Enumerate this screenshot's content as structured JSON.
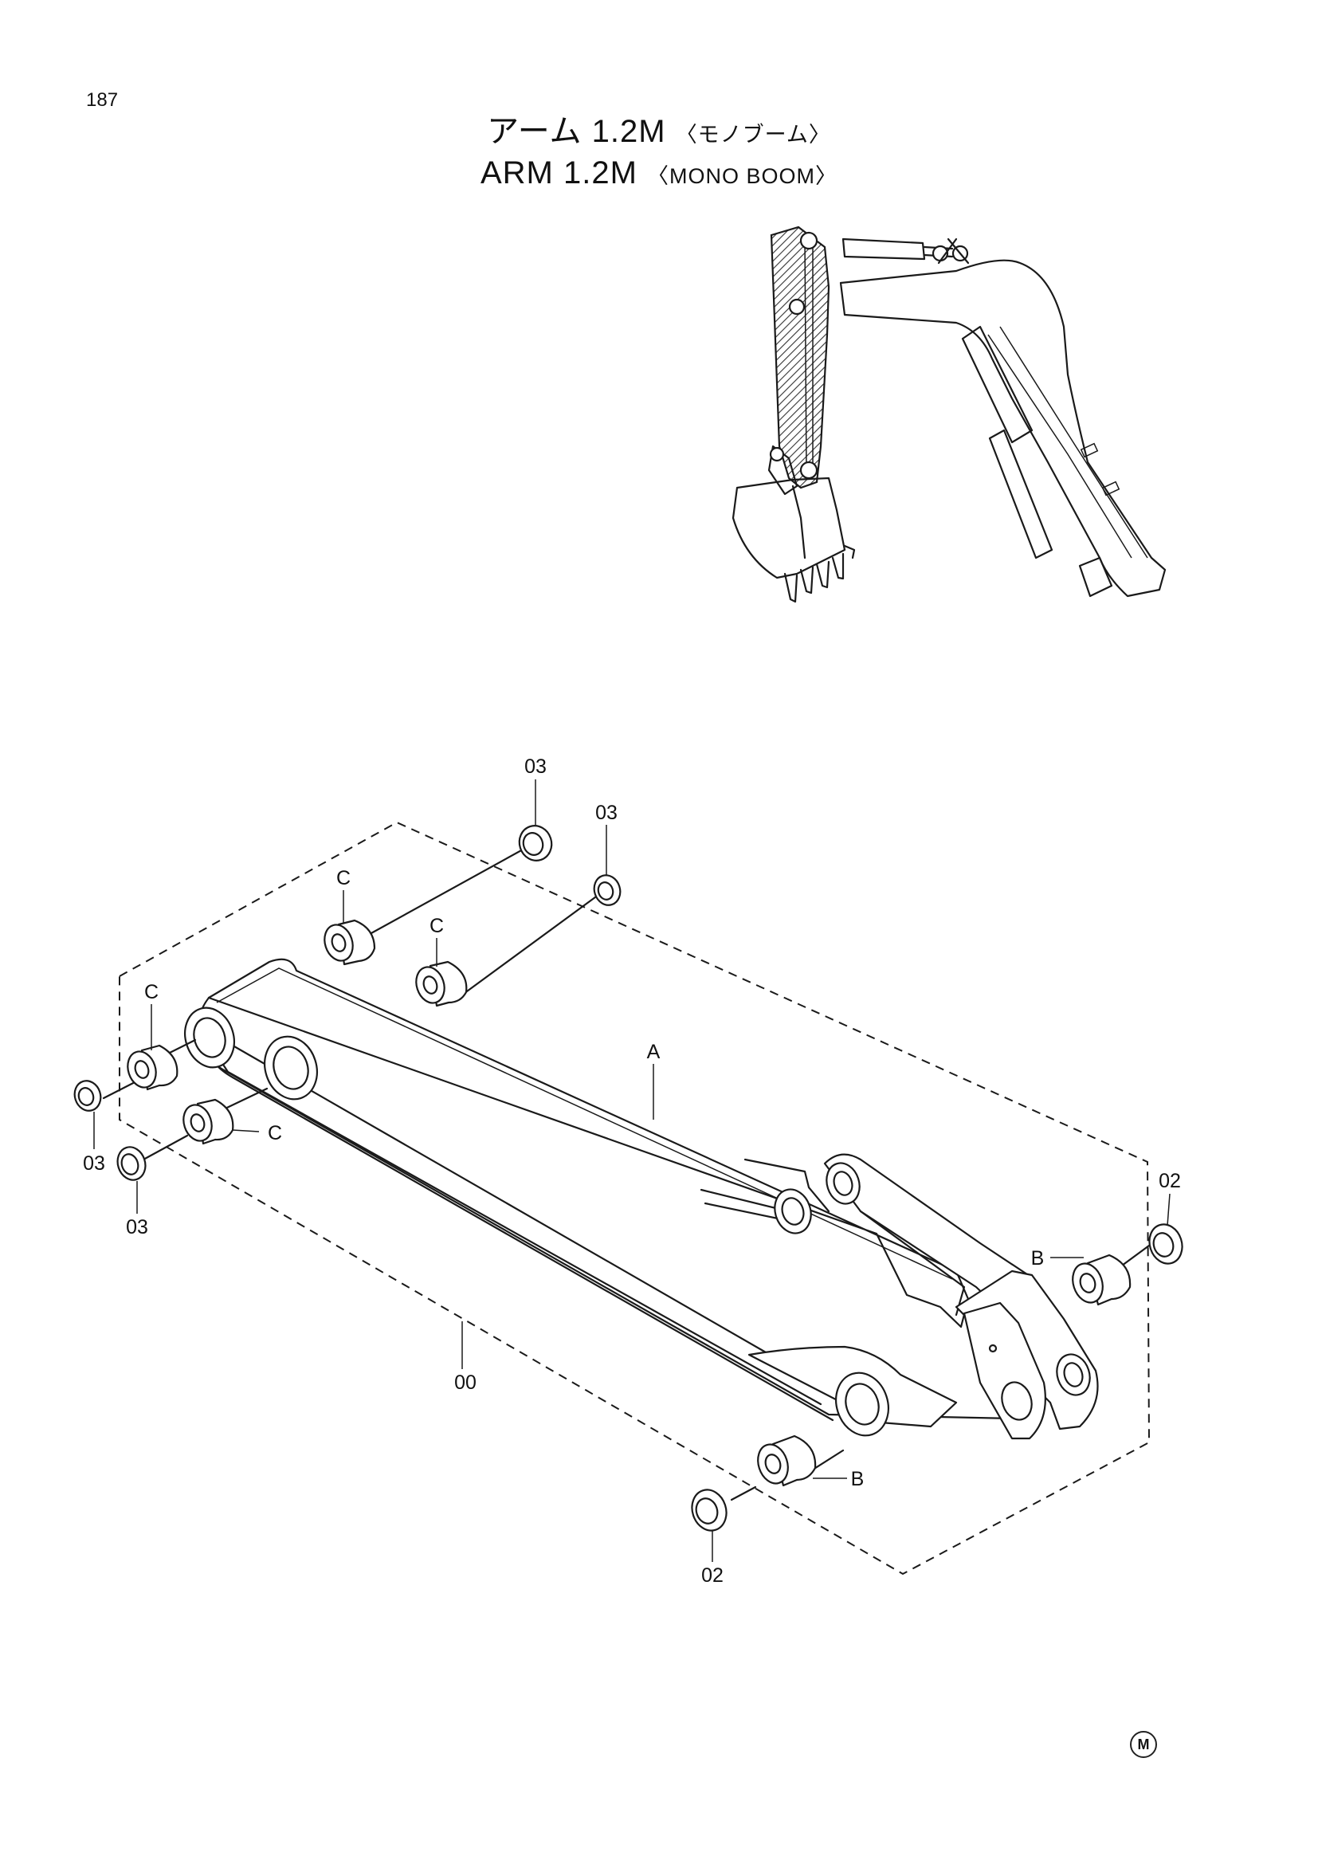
{
  "page": {
    "number": "187",
    "mark": "M"
  },
  "title": {
    "jp_main": "アーム 1.2M",
    "jp_sub": "〈モノブーム〉",
    "en_main": "ARM 1.2M",
    "en_sub": "〈MONO BOOM〉"
  },
  "diagram": {
    "callouts": {
      "assembly": "00",
      "arm_body": "A",
      "bushing_b": "B",
      "bushing_c": "C",
      "seal_02": "02",
      "seal_03": "03"
    }
  }
}
